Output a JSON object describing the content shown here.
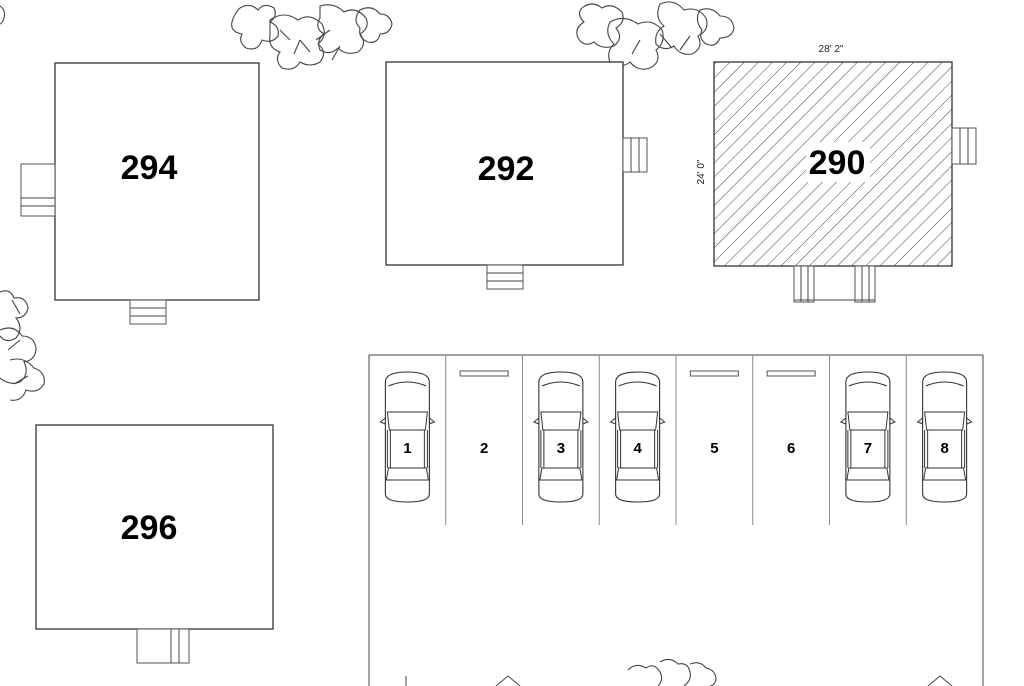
{
  "buildings": [
    {
      "id": "294",
      "label": "294",
      "highlighted": false
    },
    {
      "id": "292",
      "label": "292",
      "highlighted": false
    },
    {
      "id": "290",
      "label": "290",
      "highlighted": true,
      "width_dim": "28' 2\"",
      "depth_dim": "24' 0\""
    },
    {
      "id": "296",
      "label": "296",
      "highlighted": false
    }
  ],
  "parking": {
    "stalls": [
      {
        "label": "1",
        "occupied": true
      },
      {
        "label": "2",
        "occupied": false
      },
      {
        "label": "3",
        "occupied": true
      },
      {
        "label": "4",
        "occupied": true
      },
      {
        "label": "5",
        "occupied": false
      },
      {
        "label": "6",
        "occupied": false
      },
      {
        "label": "7",
        "occupied": true
      },
      {
        "label": "8",
        "occupied": true
      }
    ]
  },
  "colors": {
    "line": "#333333",
    "hatch": "#444444",
    "background": "#ffffff"
  }
}
